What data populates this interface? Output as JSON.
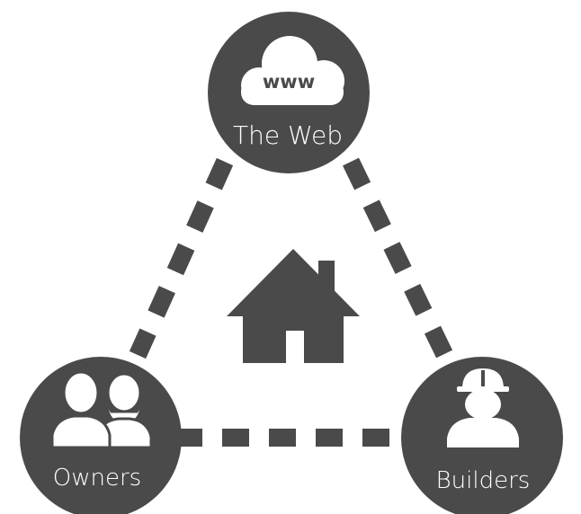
{
  "colors": {
    "node_fill": "#4a4a4a",
    "connector": "#4a4a4a",
    "house": "#4a4a4a",
    "icon": "#ffffff",
    "background": "#ffffff"
  },
  "nodes": {
    "web": {
      "label": "The Web",
      "icon": "cloud-icon",
      "icon_text": "www"
    },
    "owners": {
      "label": "Owners",
      "icon": "people-icon"
    },
    "builders": {
      "label": "Builders",
      "icon": "builder-icon"
    }
  },
  "center": {
    "icon": "house-icon"
  },
  "connectors": [
    {
      "from": "web",
      "to": "owners",
      "style": "dashed"
    },
    {
      "from": "web",
      "to": "builders",
      "style": "dashed"
    },
    {
      "from": "owners",
      "to": "builders",
      "style": "dashed"
    }
  ]
}
